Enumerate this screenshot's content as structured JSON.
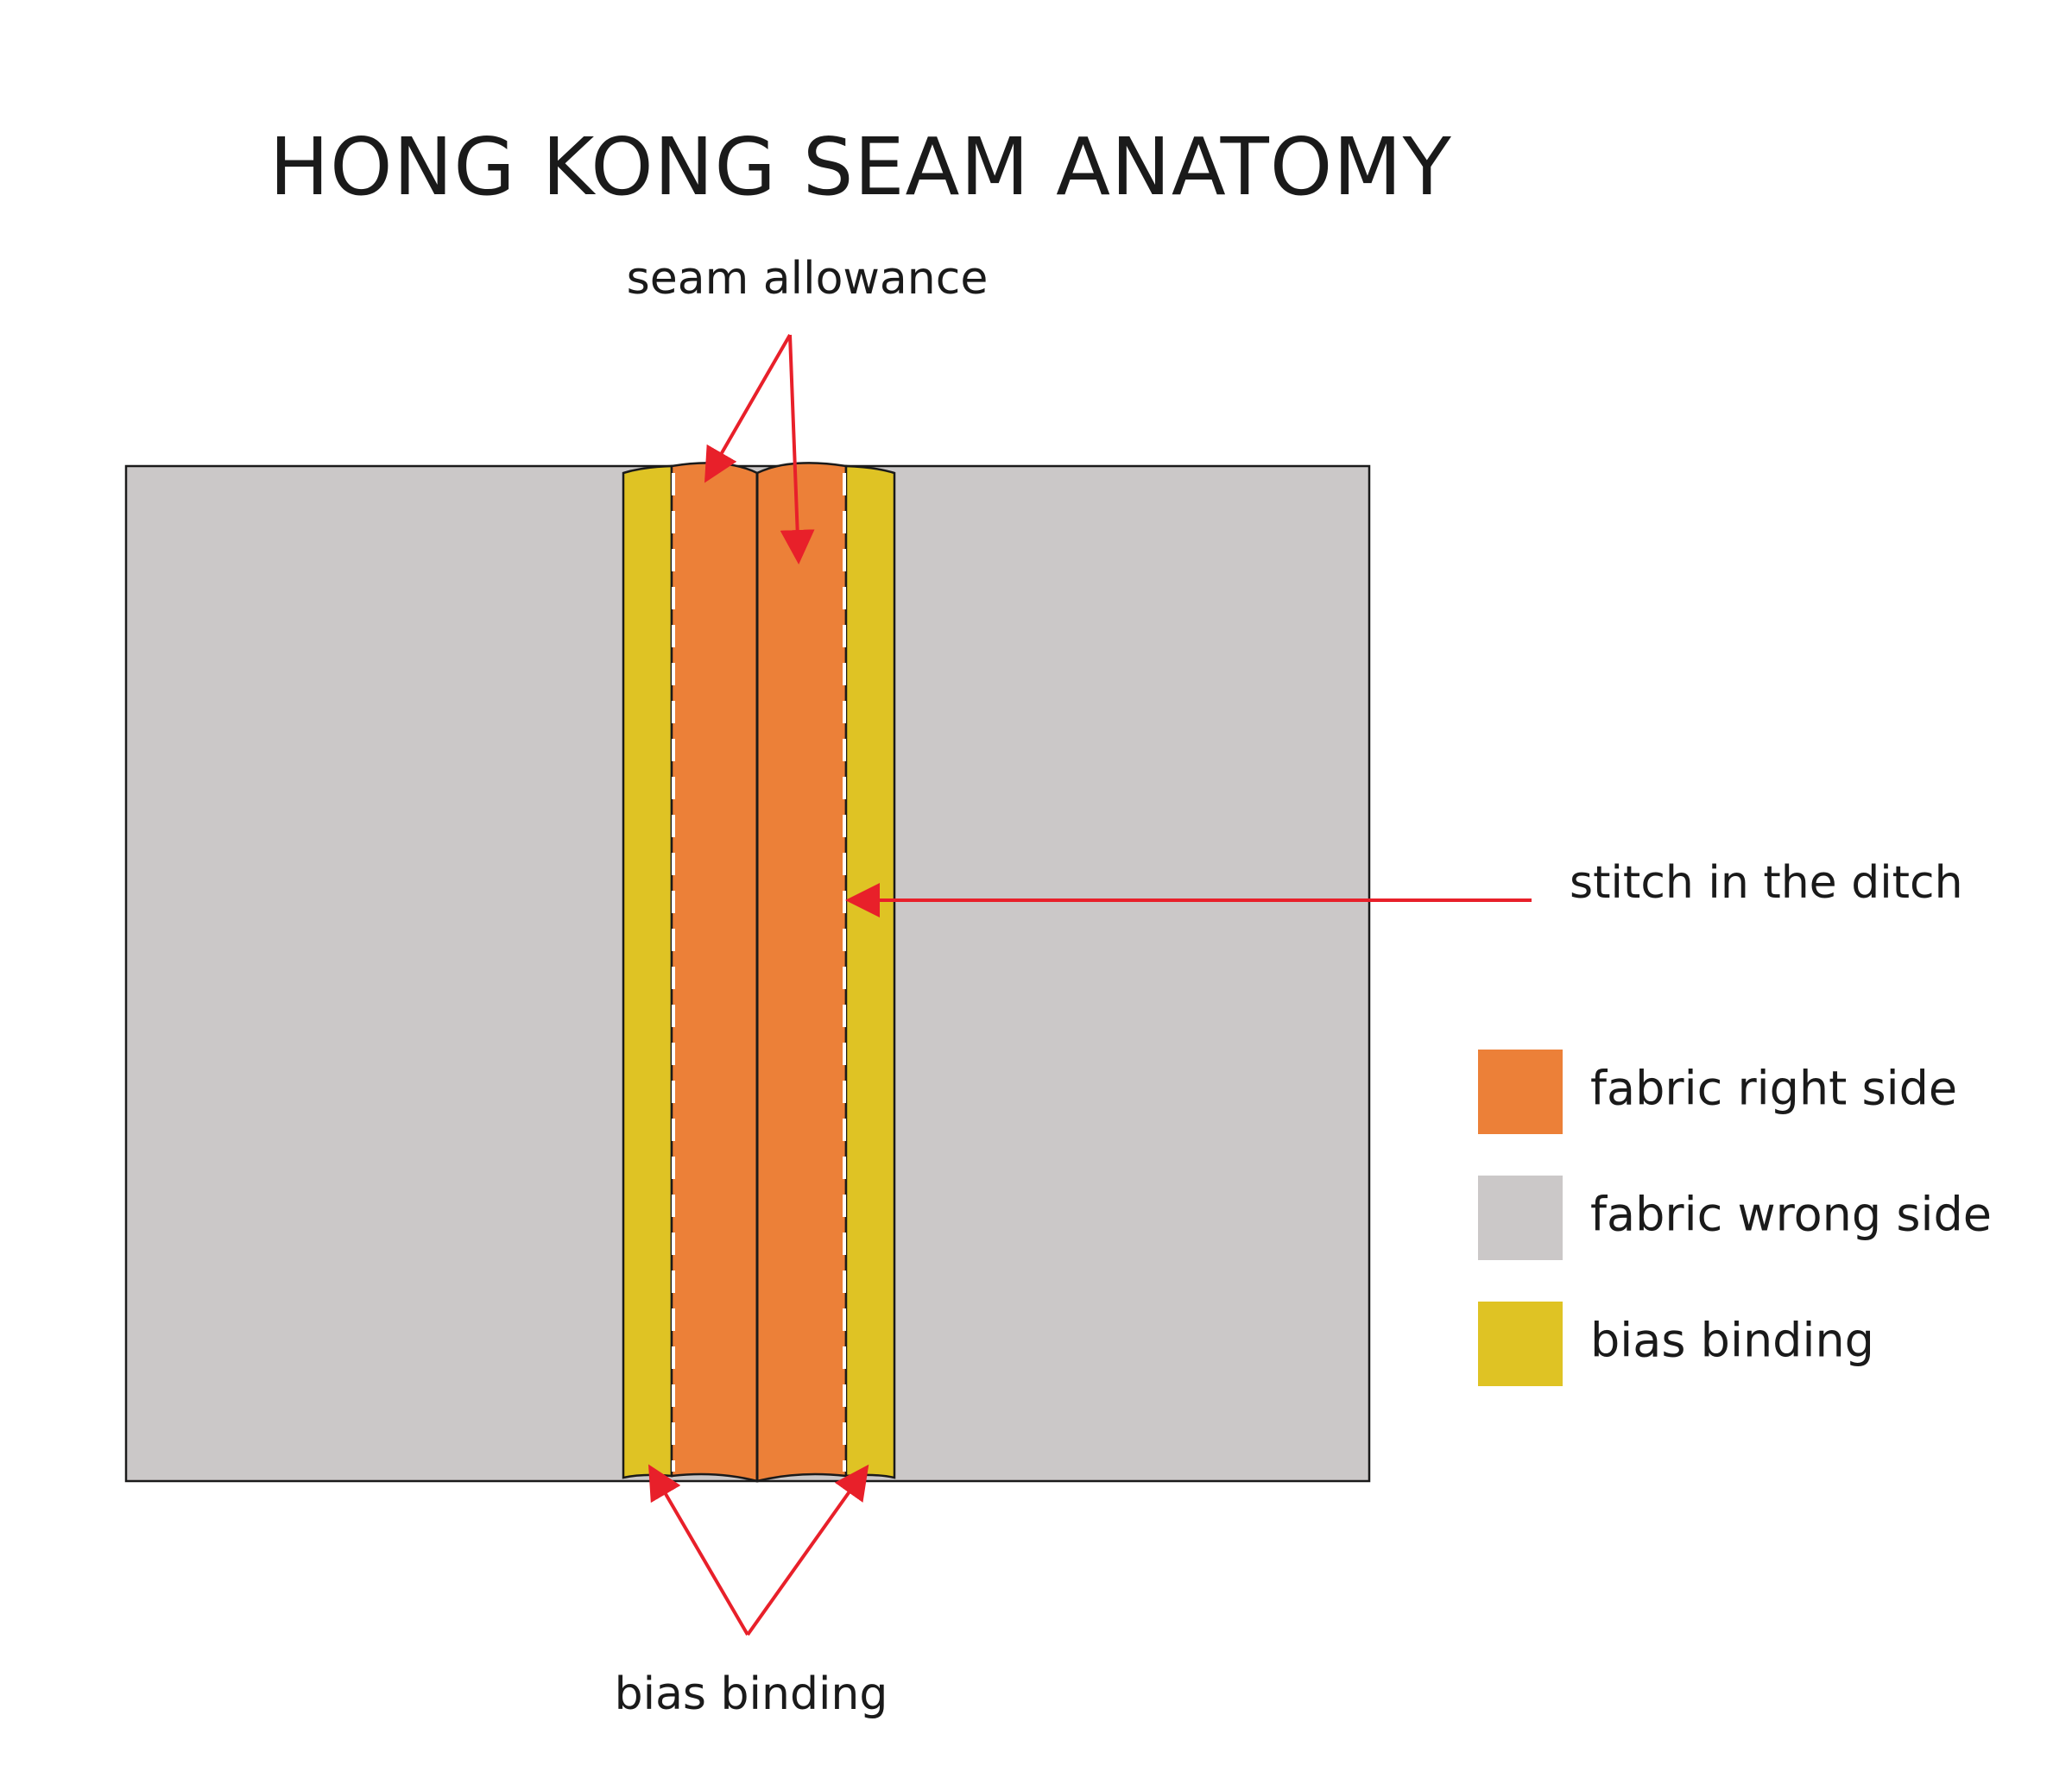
{
  "title": "HONG KONG SEAM ANATOMY",
  "callouts": {
    "seam_allowance": "seam allowance",
    "stitch_in_the_ditch": "stitch in the ditch",
    "bias_binding": "bias binding"
  },
  "legend": [
    {
      "label": "fabric right side",
      "color": "#ec8038"
    },
    {
      "label": "fabric wrong side",
      "color": "#cbc8c8"
    },
    {
      "label": "bias binding",
      "color": "#dfc324"
    }
  ],
  "colors": {
    "fabric_right_side": "#ec8038",
    "fabric_wrong_side": "#cbc8c8",
    "bias_binding": "#dfc324",
    "arrow": "#e8202a",
    "stitch": "#ffffff",
    "outline": "#1a1a1a"
  }
}
